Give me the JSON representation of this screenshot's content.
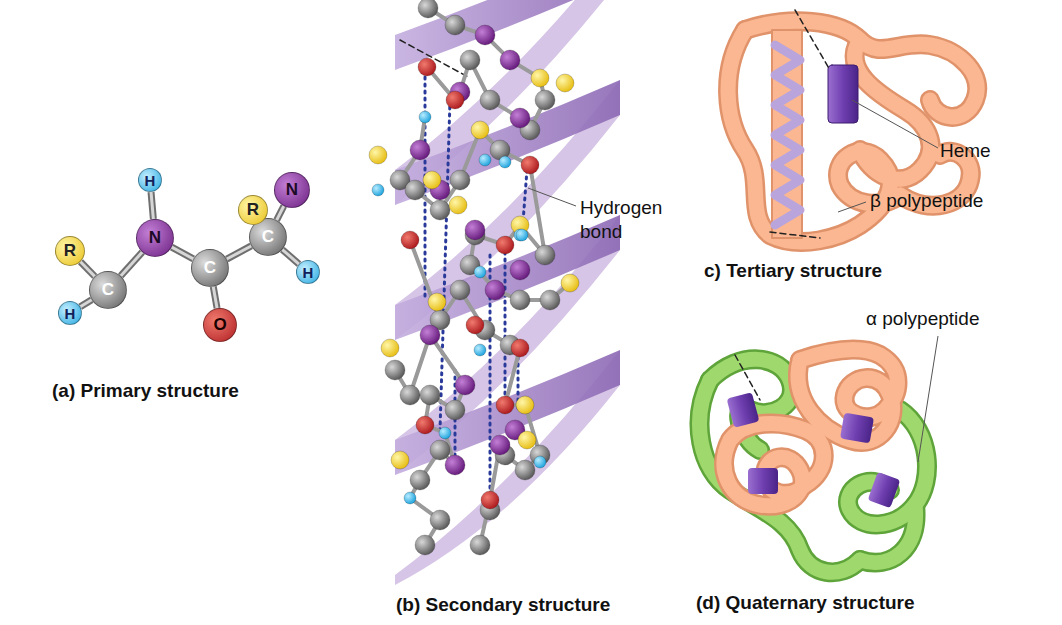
{
  "diagram": {
    "nodes": [
      {
        "text": [
          "R"
        ]
      },
      {
        "text": [
          "H"
        ]
      },
      {
        "text": [
          "C"
        ]
      },
      {
        "text": [
          "H"
        ]
      },
      {
        "text": [
          "N"
        ]
      },
      {
        "text": [
          "C"
        ]
      },
      {
        "text": [
          "O"
        ]
      },
      {
        "text": [
          "C"
        ]
      },
      {
        "text": [
          "R"
        ]
      },
      {
        "text": [
          "N"
        ]
      },
      {
        "text": [
          "H"
        ]
      }
    ],
    "edges": [
      {
        "from": 0,
        "to": 2,
        "arrow": "none"
      },
      {
        "from": 1,
        "to": 2,
        "arrow": "none"
      },
      {
        "from": 2,
        "to": 4,
        "arrow": "none"
      },
      {
        "from": 4,
        "to": 3,
        "arrow": "none"
      },
      {
        "from": 4,
        "to": 5,
        "arrow": "none"
      },
      {
        "from": 5,
        "to": 6,
        "arrow": "none"
      },
      {
        "from": 5,
        "to": 7,
        "arrow": "none"
      },
      {
        "from": 7,
        "to": 8,
        "arrow": "none"
      },
      {
        "from": 7,
        "to": 9,
        "arrow": "none"
      },
      {
        "from": 7,
        "to": 10,
        "arrow": "none"
      }
    ],
    "labels": [
      "(a) Primary structure",
      "Hydrogen bond",
      "(b) Secondary structure",
      "Heme",
      "β polypeptide",
      "c) Tertiary structure",
      "α polypeptide",
      "(d) Quaternary structure"
    ]
  }
}
